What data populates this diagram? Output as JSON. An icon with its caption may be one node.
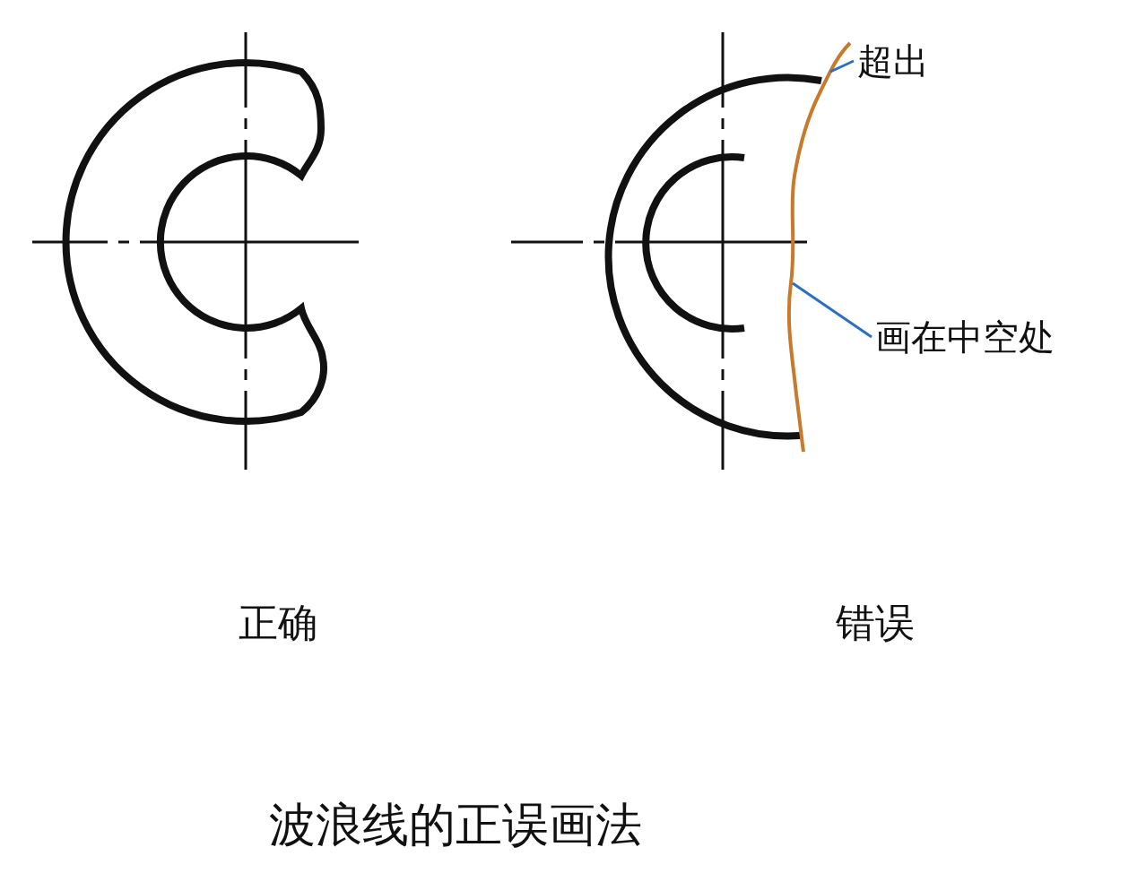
{
  "diagram": {
    "caption": "波浪线的正误画法",
    "nodes": [
      {
        "text": [
          "超出"
        ]
      },
      {
        "text": [
          "画在中空处"
        ]
      },
      {
        "text": [],
        "shape": "line"
      }
    ],
    "edges": [
      {
        "from": 0,
        "to": 2,
        "arrow": "none"
      },
      {
        "from": 1,
        "to": 2,
        "arrow": "none"
      }
    ],
    "labels": [
      "正确",
      "错误"
    ]
  }
}
